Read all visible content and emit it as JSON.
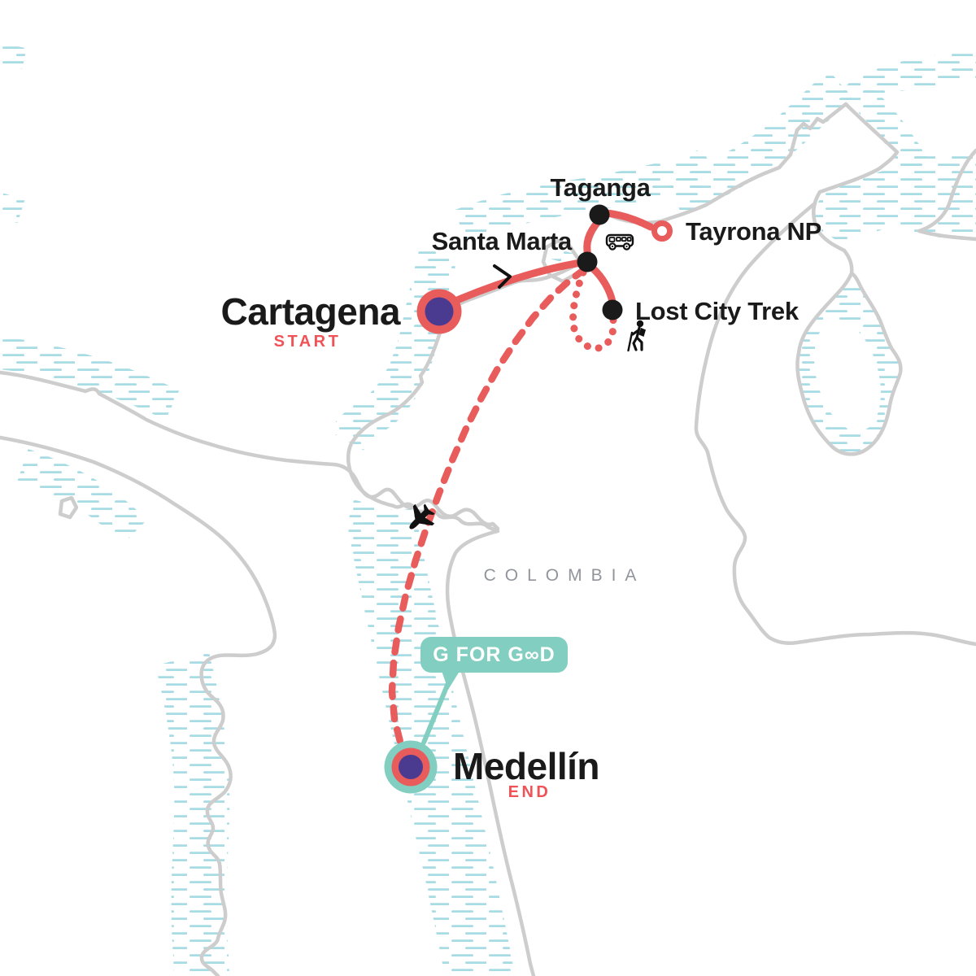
{
  "map": {
    "country": "COLOMBIA",
    "locations": [
      {
        "id": "cartagena",
        "label": "Cartagena",
        "tag": "START",
        "marker": "large-red-ring-purple-core"
      },
      {
        "id": "santa-marta",
        "label": "Santa Marta",
        "marker": "black-dot"
      },
      {
        "id": "taganga",
        "label": "Taganga",
        "marker": "black-dot"
      },
      {
        "id": "tayrona",
        "label": "Tayrona NP",
        "marker": "open-red-ring"
      },
      {
        "id": "lost-city",
        "label": "Lost City Trek",
        "marker": "black-dot"
      },
      {
        "id": "medellin",
        "label": "Medellín",
        "tag": "END",
        "marker": "teal-red-purple-target"
      }
    ],
    "badge": {
      "label": "G FOR GOOD",
      "display": "G FOR G∞D"
    },
    "legs": [
      {
        "from": "Cartagena",
        "to": "Santa Marta",
        "style": "solid-red",
        "mode": "overland",
        "arrow": "chevron-east"
      },
      {
        "from": "Santa Marta",
        "to": "Taganga",
        "style": "solid-red",
        "mode": "overland"
      },
      {
        "from": "Taganga",
        "to": "Tayrona NP",
        "style": "solid-red",
        "mode": "bus"
      },
      {
        "from": "Santa Marta",
        "to": "Lost City Trek",
        "style": "solid-red",
        "mode": "overland"
      },
      {
        "from": "Santa Marta",
        "to": "Lost City Trek",
        "style": "dotted-red",
        "mode": "hike-loop"
      },
      {
        "from": "Santa Marta",
        "to": "Medellín",
        "style": "dashed-red",
        "mode": "flight"
      }
    ],
    "icons": [
      {
        "name": "bus-icon",
        "meaning": "bus transfer between Taganga and Tayrona NP"
      },
      {
        "name": "hiker-icon",
        "meaning": "trekking segment at Lost City Trek"
      },
      {
        "name": "plane-icon",
        "meaning": "flight segment to Medellín"
      }
    ],
    "colors": {
      "route_red": "#E85C5C",
      "tag_red": "#EF5358",
      "marker_purple": "#4A3B91",
      "badge_teal": "#82CEC0",
      "coastline_gray": "#CDCDCD",
      "water_hatch_blue": "#A8DCE4",
      "label_black": "#1A1A1A",
      "country_gray": "#91959B",
      "background": "#FFFFFF"
    }
  }
}
